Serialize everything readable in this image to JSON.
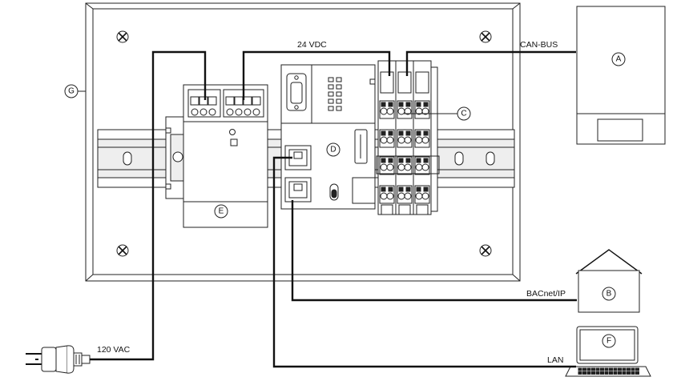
{
  "labels": {
    "power_24vdc": "24 VDC",
    "can_bus": "CAN-BUS",
    "bacnet_ip": "BACnet/IP",
    "ac_120vac": "120 VAC",
    "lan": "LAN"
  },
  "callouts": {
    "a": "A",
    "b": "B",
    "c": "C",
    "d": "D",
    "e": "E",
    "f": "F",
    "g": "G"
  }
}
